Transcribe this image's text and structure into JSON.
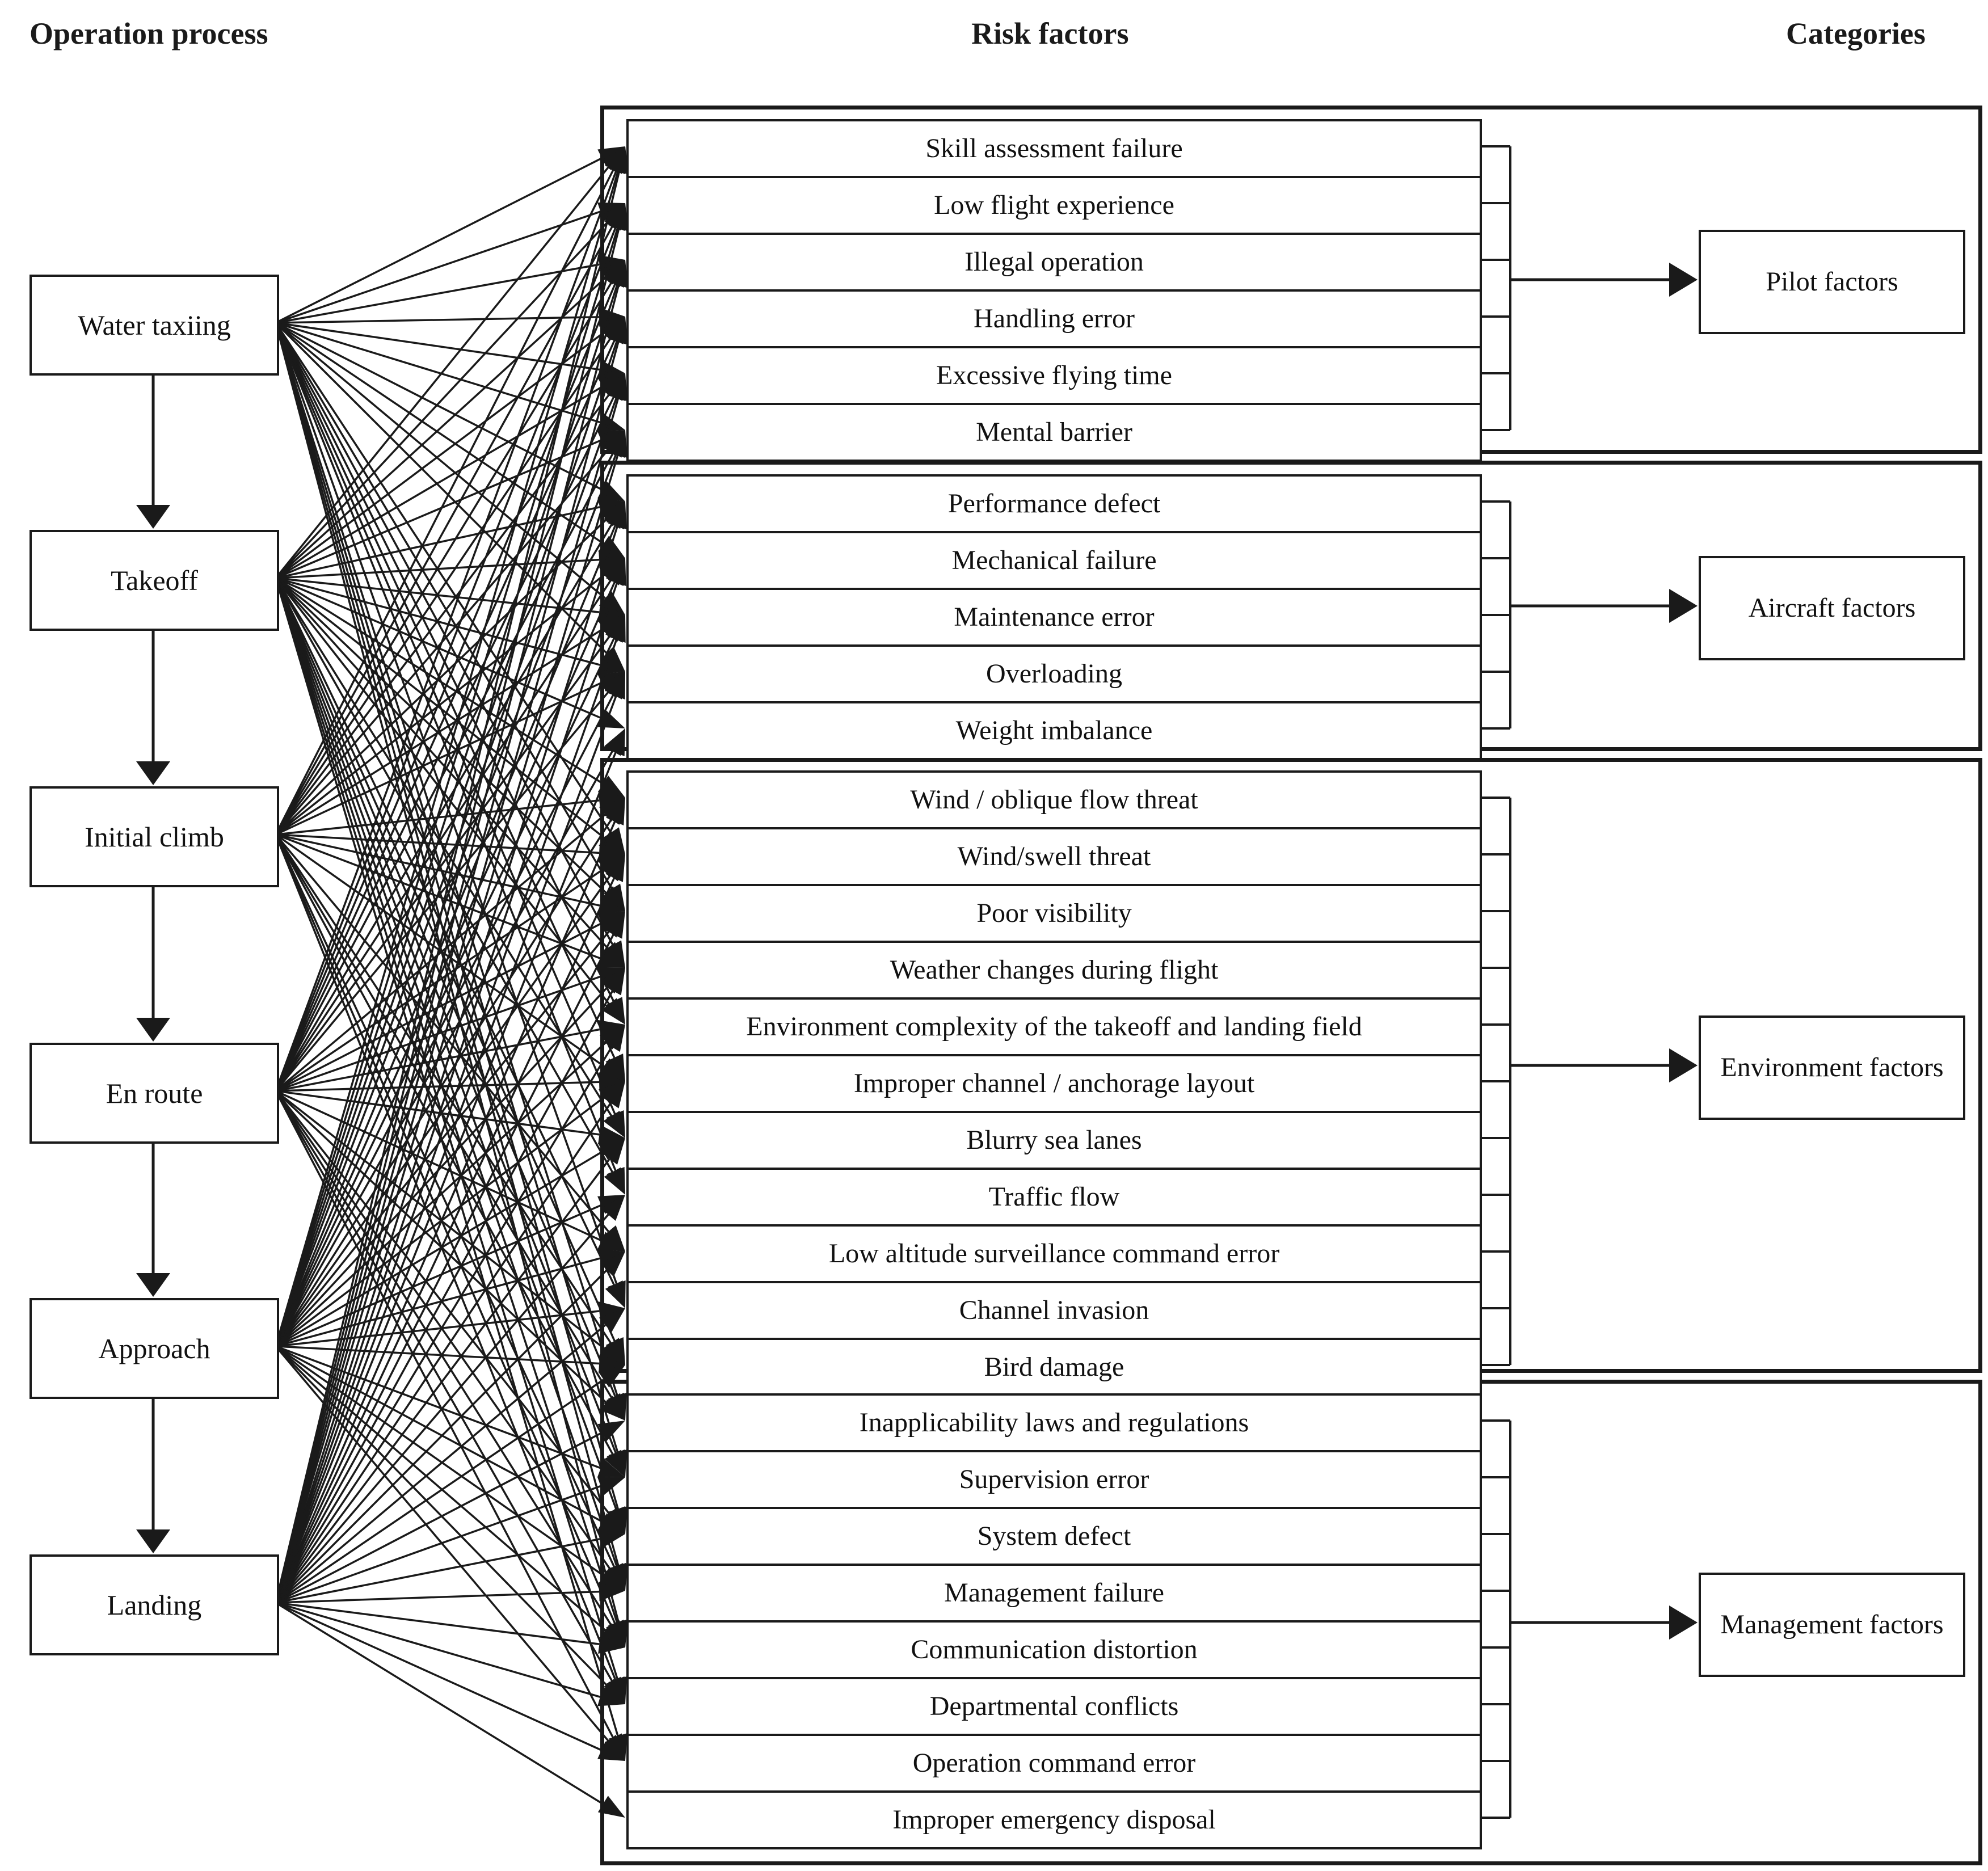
{
  "headers": {
    "operation": "Operation process",
    "risk": "Risk factors",
    "categories": "Categories"
  },
  "operation_process": {
    "steps": [
      {
        "label": "Water taxiing"
      },
      {
        "label": "Takeoff"
      },
      {
        "label": "Initial climb"
      },
      {
        "label": "En route"
      },
      {
        "label": "Approach"
      },
      {
        "label": "Landing"
      }
    ]
  },
  "groups": [
    {
      "category": "Pilot factors",
      "factors": [
        "Skill assessment failure",
        "Low flight experience",
        "Illegal operation",
        "Handling error",
        "Excessive flying time",
        "Mental barrier"
      ]
    },
    {
      "category": "Aircraft factors",
      "factors": [
        "Performance defect",
        "Mechanical failure",
        "Maintenance error",
        "Overloading",
        "Weight imbalance"
      ]
    },
    {
      "category": "Environment factors",
      "factors": [
        "Wind / oblique flow threat",
        "Wind/swell threat",
        "Poor visibility",
        "Weather changes during flight",
        "Environment complexity of the takeoff and landing field",
        "Improper channel / anchorage layout",
        "Blurry sea lanes",
        "Traffic flow",
        "Low altitude surveillance command error",
        "Channel invasion",
        "Bird damage"
      ]
    },
    {
      "category": "Management factors",
      "factors": [
        "Inapplicability laws and regulations",
        "Supervision error",
        "System defect",
        "Management failure",
        "Communication distortion",
        "Departmental conflicts",
        "Operation command error",
        "Improper emergency disposal"
      ]
    }
  ],
  "colors": {
    "line": "#1a1a1a",
    "background": "#ffffff",
    "text": "#111111"
  },
  "links": [
    {
      "from": 0,
      "to": [
        0,
        1,
        2,
        3,
        4,
        5,
        6,
        7,
        8,
        9,
        12,
        13,
        14,
        15,
        16,
        17,
        18,
        20,
        22,
        23,
        24,
        25,
        26
      ]
    },
    {
      "from": 1,
      "to": [
        0,
        1,
        2,
        3,
        4,
        5,
        6,
        7,
        8,
        9,
        10,
        11,
        12,
        13,
        14,
        15,
        17,
        18,
        20,
        21,
        22,
        23,
        24,
        25,
        26,
        27,
        28
      ]
    },
    {
      "from": 2,
      "to": [
        0,
        1,
        2,
        3,
        4,
        5,
        6,
        7,
        8,
        9,
        11,
        12,
        13,
        14,
        16,
        19,
        21,
        22,
        23,
        25,
        26,
        27
      ]
    },
    {
      "from": 3,
      "to": [
        0,
        1,
        2,
        3,
        4,
        5,
        6,
        7,
        8,
        9,
        11,
        12,
        13,
        14,
        15,
        16,
        17,
        19,
        21,
        22,
        24,
        25,
        26,
        27,
        28
      ]
    },
    {
      "from": 4,
      "to": [
        0,
        1,
        2,
        3,
        4,
        5,
        6,
        7,
        8,
        9,
        10,
        11,
        12,
        13,
        14,
        15,
        16,
        17,
        18,
        19,
        20,
        21,
        23,
        24,
        25,
        26,
        27,
        28
      ]
    },
    {
      "from": 5,
      "to": [
        0,
        1,
        2,
        3,
        4,
        5,
        6,
        7,
        8,
        9,
        10,
        11,
        12,
        13,
        14,
        15,
        16,
        17,
        18,
        19,
        20,
        21,
        22,
        23,
        24,
        25,
        26,
        27,
        28,
        29
      ]
    }
  ]
}
